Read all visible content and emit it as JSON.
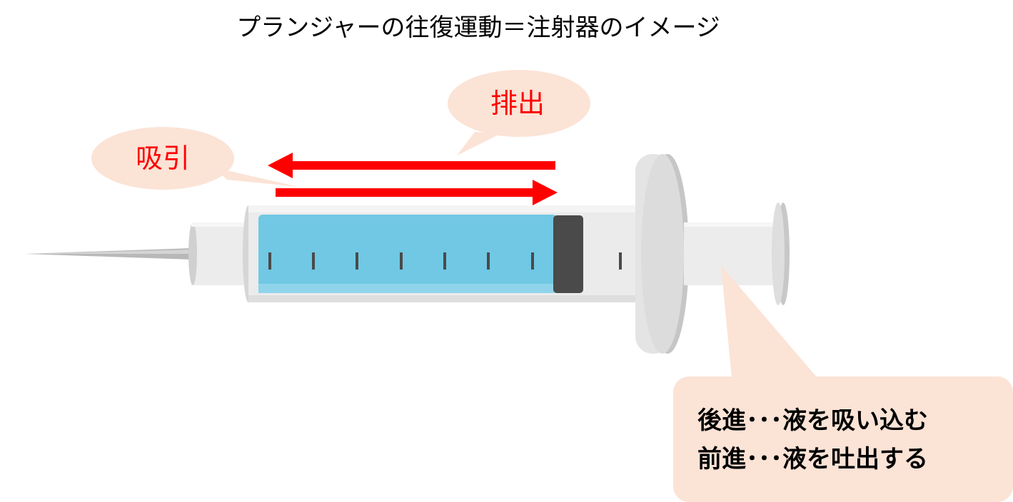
{
  "title": "プランジャーの往復運動＝注射器のイメージ",
  "bubbles": {
    "discharge_label": "排出",
    "suction_label": "吸引"
  },
  "note": {
    "line1": "後進･･･液を吸い込む",
    "line2": "前進･･･液を吐出する"
  },
  "colors": {
    "bubble_fill": "#fbe3d6",
    "label_red": "#ff0000",
    "arrow_red": "#ff0000",
    "liquid_blue": "#70c8e4",
    "liquid_dark_blue": "#5ab6d8",
    "plunger_dark": "#4a4a4a",
    "syringe_gray": "#e6e6e6",
    "syringe_shadow": "#c8c8c8",
    "needle_gray": "#b0b0b0"
  },
  "scale_mark_count": 8
}
